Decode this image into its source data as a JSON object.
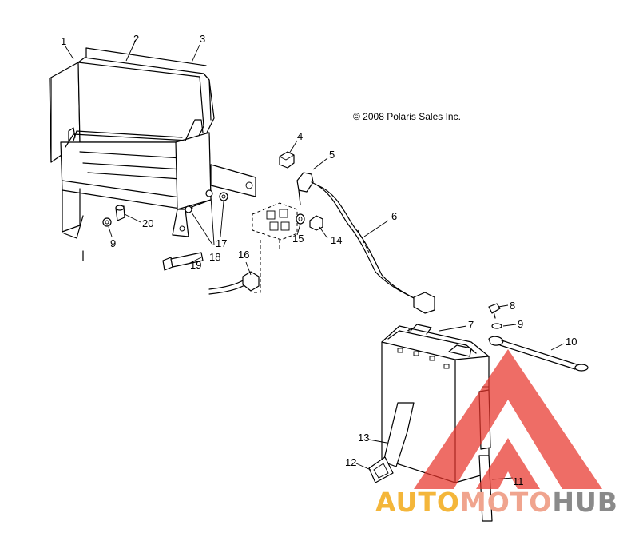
{
  "copyright": "© 2008 Polaris Sales Inc.",
  "callouts": [
    "1",
    "2",
    "3",
    "4",
    "5",
    "6",
    "7",
    "8",
    "9",
    "10",
    "11",
    "12",
    "13",
    "14",
    "15",
    "16",
    "17",
    "18",
    "19",
    "20"
  ],
  "callout_9b": "9",
  "watermark": {
    "part1": "AUTO",
    "part2": "MOTO",
    "part3": "HUB",
    "colors": {
      "auto": "#f4b63a",
      "moto": "#f0a48e",
      "hub": "#8a8a8a",
      "triangle": "#e8352c"
    }
  }
}
